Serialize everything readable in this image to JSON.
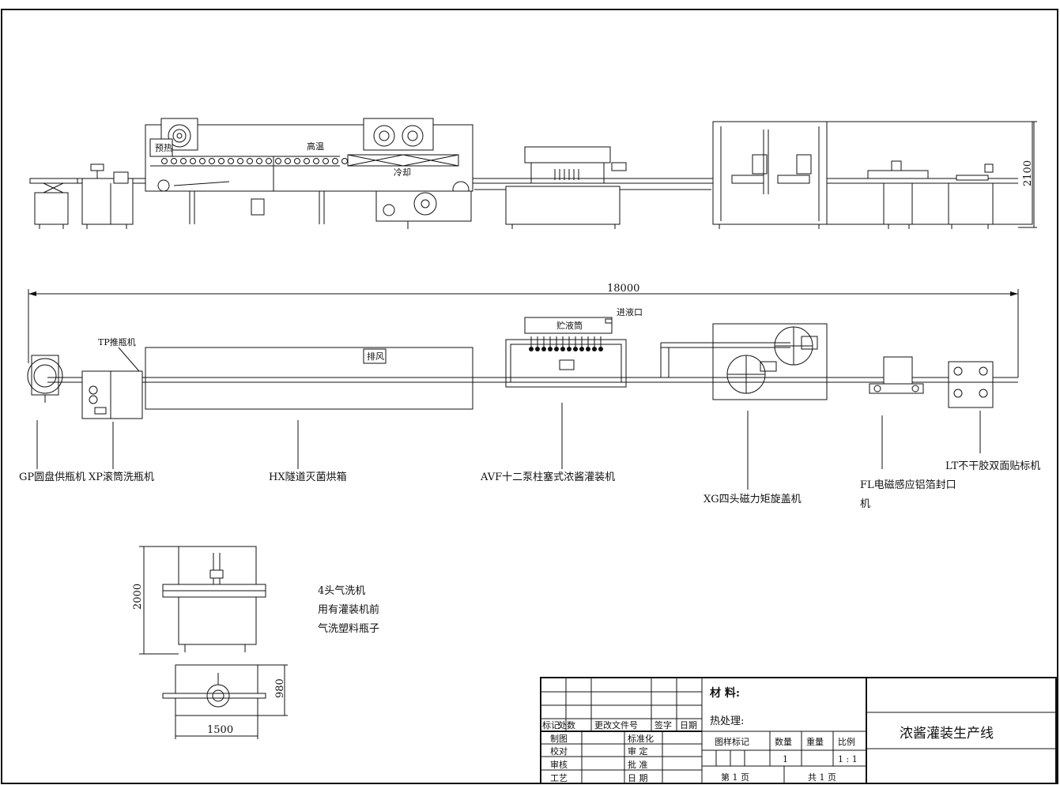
{
  "side_view": {
    "preheat": "预热",
    "high_temp": "高温",
    "cooling": "冷却",
    "height_dim": "2100"
  },
  "plan_view": {
    "length_dim": "18000",
    "pusher": "TP推瓶机",
    "exhaust": "排风",
    "tank": "贮液筒",
    "inlet": "进液口",
    "machines": [
      "GP圆盘供瓶机",
      "XP滚筒洗瓶机",
      "HX隧道灭菌烘箱",
      "AVF十二泵柱塞式浓酱灌装机",
      "XG四头磁力矩旋盖机",
      "FL电磁感应铝箔封口",
      "机",
      "LT不干胶双面贴标机"
    ]
  },
  "washer": {
    "dim_height": "2000",
    "dim_width": "1500",
    "dim_depth": "980",
    "note": [
      "4头气洗机",
      "用有灌装机前",
      "气洗塑料瓶子"
    ]
  },
  "title_block": {
    "rev_headers": [
      "标记",
      "处数",
      "更改文件号",
      "签字",
      "日期"
    ],
    "roles_left": [
      "制图",
      "校对",
      "审核",
      "工艺"
    ],
    "roles_mid": [
      "标准化",
      "审 定",
      "批 准",
      "日 期"
    ],
    "material": "材   料:",
    "heat": "热处理:",
    "col_mark": "图样标记",
    "col_qty": "数量",
    "col_weight": "重量",
    "col_scale": "比例",
    "qty": "1",
    "scale": "1 : 1",
    "sheet": "第  1  页",
    "total": "共  1  页",
    "title": "浓酱灌装生产线"
  }
}
